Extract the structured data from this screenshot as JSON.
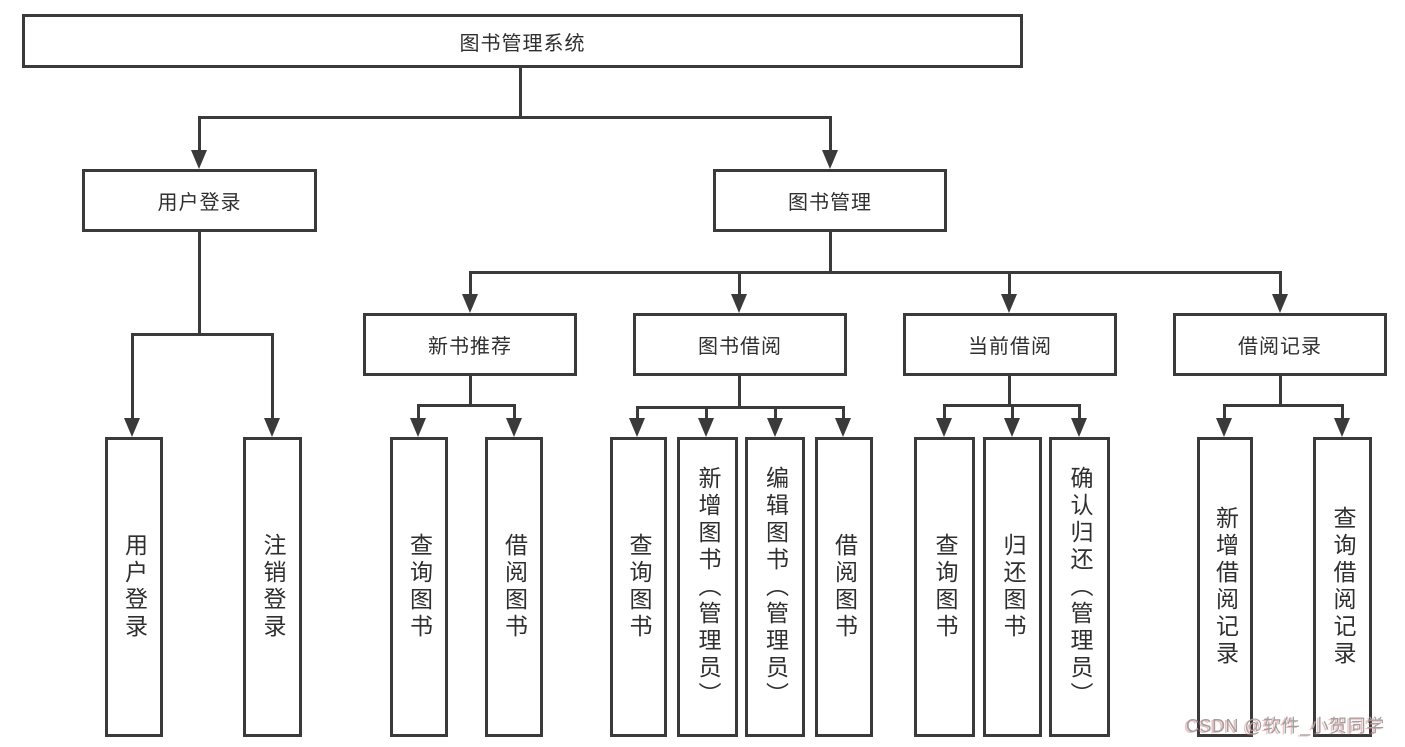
{
  "diagram": {
    "root": {
      "label": "图书管理系统"
    },
    "level2": [
      {
        "id": "user-login",
        "label": "用户登录"
      },
      {
        "id": "book-management",
        "label": "图书管理"
      }
    ],
    "level3": [
      {
        "id": "new-book-recommendation",
        "label": "新书推荐"
      },
      {
        "id": "book-borrowing",
        "label": "图书借阅"
      },
      {
        "id": "current-borrowing",
        "label": "当前借阅"
      },
      {
        "id": "borrowing-records",
        "label": "借阅记录"
      }
    ],
    "leaves": [
      {
        "id": "user-login-leaf",
        "parent": "用户登录",
        "label": "用户登录"
      },
      {
        "id": "logout",
        "parent": "用户登录",
        "label": "注销登录"
      },
      {
        "id": "nb-query-books",
        "parent": "新书推荐",
        "label": "查询图书"
      },
      {
        "id": "nb-borrow-books",
        "parent": "新书推荐",
        "label": "借阅图书"
      },
      {
        "id": "bb-query-books",
        "parent": "图书借阅",
        "label": "查询图书"
      },
      {
        "id": "bb-add-books-admin",
        "parent": "图书借阅",
        "label": "新增图书（管理员）"
      },
      {
        "id": "bb-edit-books-admin",
        "parent": "图书借阅",
        "label": "编辑图书（管理员）"
      },
      {
        "id": "bb-borrow-books",
        "parent": "图书借阅",
        "label": "借阅图书"
      },
      {
        "id": "cb-query-books",
        "parent": "当前借阅",
        "label": "查询图书"
      },
      {
        "id": "cb-return-books",
        "parent": "当前借阅",
        "label": "归还图书"
      },
      {
        "id": "cb-confirm-return-admin",
        "parent": "当前借阅",
        "label": "确认归还（管理员）"
      },
      {
        "id": "br-add-record",
        "parent": "借阅记录",
        "label": "新增借阅记录"
      },
      {
        "id": "br-query-record",
        "parent": "借阅记录",
        "label": "查询借阅记录"
      }
    ]
  },
  "watermark": {
    "text": "CSDN @软件_小贺同学"
  },
  "colors": {
    "line_color": "#3a3a3a",
    "text_color": "#2f2f2f",
    "bg_color": "#ffffff",
    "watermark_color": "#a0a0a0",
    "watermark_shadow": "#e07070"
  }
}
